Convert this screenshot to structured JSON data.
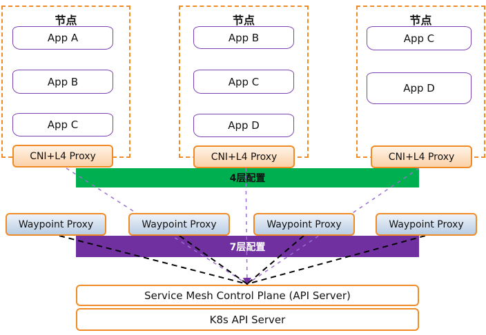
{
  "nodes": [
    {
      "title": "节点",
      "apps": [
        "App A",
        "App B",
        "App C"
      ],
      "proxy": "CNI+L4 Proxy"
    },
    {
      "title": "节点",
      "apps": [
        "App B",
        "App C",
        "App D"
      ],
      "proxy": "CNI+L4 Proxy"
    },
    {
      "title": "节点",
      "apps": [
        "App C",
        "App D"
      ],
      "proxy": "CNI+L4 Proxy"
    }
  ],
  "layer4_label": "4层配置",
  "layer7_label": "7层配置",
  "waypoints": [
    "Waypoint Proxy",
    "Waypoint Proxy",
    "Waypoint Proxy",
    "Waypoint Proxy"
  ],
  "control_plane_label": "Service Mesh Control Plane (API Server)",
  "k8s_label": "K8s API Server",
  "colors": {
    "node_border": "#f08a24",
    "app_border": "#7a3fb0",
    "layer4": "#00b050",
    "layer7": "#7030a0",
    "l4_link": "#9b6fd0",
    "l7_link": "#000000"
  }
}
